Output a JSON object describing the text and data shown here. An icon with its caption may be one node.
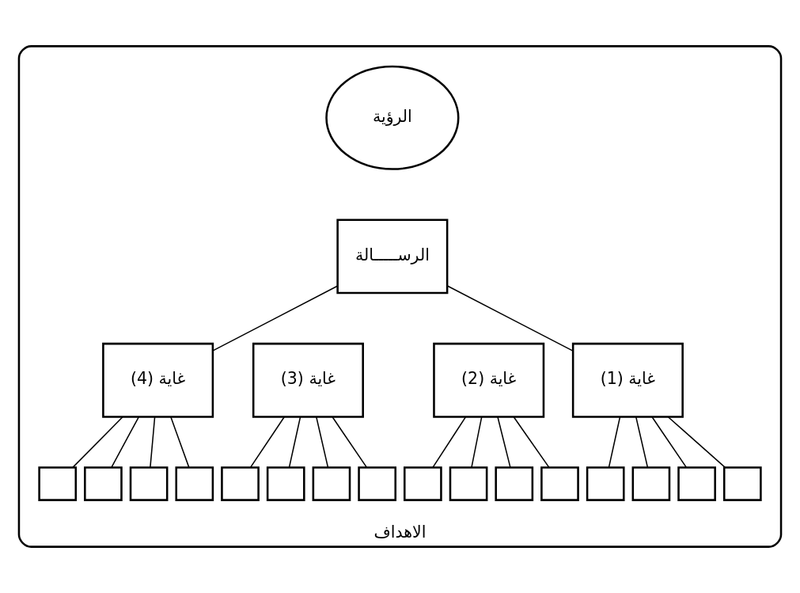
{
  "diagram": {
    "nodes": [
      {
        "text": [
          "الاهداف"
        ]
      },
      {
        "text": [
          "الرؤية"
        ],
        "in": 0
      },
      {
        "text": [
          "الرســـــالة"
        ],
        "in": 0
      },
      {
        "text": [
          "غاية (1)"
        ],
        "in": 0
      },
      {
        "text": [
          "غاية (2)"
        ],
        "in": 0
      },
      {
        "text": [
          "غاية (3)"
        ],
        "in": 0
      },
      {
        "text": [
          "غاية (4)"
        ],
        "in": 0
      },
      {
        "text": [],
        "shape": "box",
        "in": 0
      },
      {
        "text": [],
        "shape": "box",
        "in": 0
      },
      {
        "text": [],
        "shape": "box",
        "in": 0
      },
      {
        "text": [],
        "shape": "box",
        "in": 0
      },
      {
        "text": [],
        "shape": "box",
        "in": 0
      },
      {
        "text": [],
        "shape": "box",
        "in": 0
      },
      {
        "text": [],
        "shape": "box",
        "in": 0
      },
      {
        "text": [],
        "shape": "box",
        "in": 0
      },
      {
        "text": [],
        "shape": "box",
        "in": 0
      },
      {
        "text": [],
        "shape": "box",
        "in": 0
      },
      {
        "text": [],
        "shape": "box",
        "in": 0
      },
      {
        "text": [],
        "shape": "box",
        "in": 0
      },
      {
        "text": [],
        "shape": "box",
        "in": 0
      },
      {
        "text": [],
        "shape": "box",
        "in": 0
      },
      {
        "text": [],
        "shape": "box",
        "in": 0
      },
      {
        "text": [],
        "shape": "box",
        "in": 0
      }
    ],
    "edges": [
      {
        "from": 2,
        "to": 3,
        "arrow": "none"
      },
      {
        "from": 2,
        "to": 6,
        "arrow": "none"
      },
      {
        "from": 6,
        "to": 7,
        "arrow": "none"
      },
      {
        "from": 6,
        "to": 8,
        "arrow": "none"
      },
      {
        "from": 6,
        "to": 9,
        "arrow": "none"
      },
      {
        "from": 6,
        "to": 10,
        "arrow": "none"
      },
      {
        "from": 5,
        "to": 11,
        "arrow": "none"
      },
      {
        "from": 5,
        "to": 12,
        "arrow": "none"
      },
      {
        "from": 5,
        "to": 13,
        "arrow": "none"
      },
      {
        "from": 5,
        "to": 14,
        "arrow": "none"
      },
      {
        "from": 4,
        "to": 15,
        "arrow": "none"
      },
      {
        "from": 4,
        "to": 16,
        "arrow": "none"
      },
      {
        "from": 4,
        "to": 17,
        "arrow": "none"
      },
      {
        "from": 4,
        "to": 18,
        "arrow": "none"
      },
      {
        "from": 3,
        "to": 19,
        "arrow": "none"
      },
      {
        "from": 3,
        "to": 20,
        "arrow": "none"
      },
      {
        "from": 3,
        "to": 21,
        "arrow": "none"
      },
      {
        "from": 3,
        "to": 22,
        "arrow": "none"
      }
    ]
  }
}
